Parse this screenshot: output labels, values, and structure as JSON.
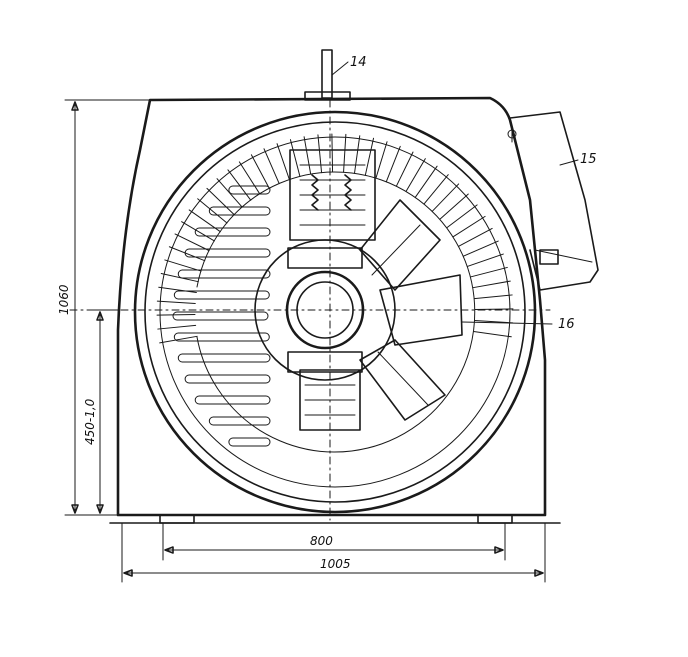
{
  "callouts": {
    "shaft": "14",
    "terminal_box": "15",
    "part_16": "16"
  },
  "dimensions": {
    "total_height": "1060",
    "axis_height": "450-1,0",
    "foot_spacing": "800",
    "total_width": "1005"
  },
  "colors": {
    "ink": "#1a1a1a",
    "paper": "#ffffff"
  }
}
